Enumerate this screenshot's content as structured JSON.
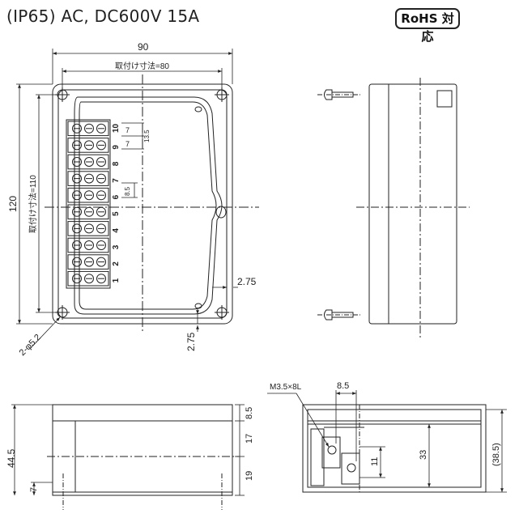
{
  "header": {
    "title": "(IP65) AC, DC600V 15A",
    "rohs_badge": "RoHS 対応"
  },
  "front_view": {
    "width_label": "90",
    "mount_width_label": "取付け寸法=80",
    "height_label": "120",
    "mount_height_label": "取付け寸法=110",
    "hole_label": "2-φ5.2",
    "right_gap_label": "2.75",
    "bottom_gap_label": "2.75",
    "terminal_numbers": [
      "10",
      "9",
      "8",
      "7",
      "6",
      "5",
      "4",
      "3",
      "2",
      "1"
    ],
    "pitch_7a": "7",
    "pitch_7b": "7",
    "pitch_13_5": "13.5",
    "pitch_8_5": "8.5"
  },
  "front_elevation": {
    "top_label": "8.5",
    "mid_label": "17",
    "low_label": "19",
    "foot_label": "7",
    "total_label": "44.5"
  },
  "section_view": {
    "screw_label": "M3.5×8L",
    "pitch_label": "8.5",
    "inner_height_label": "33",
    "overall_label": "(38.5)",
    "step_label": "11"
  },
  "colors": {
    "line": "#222222",
    "background": "#ffffff"
  }
}
